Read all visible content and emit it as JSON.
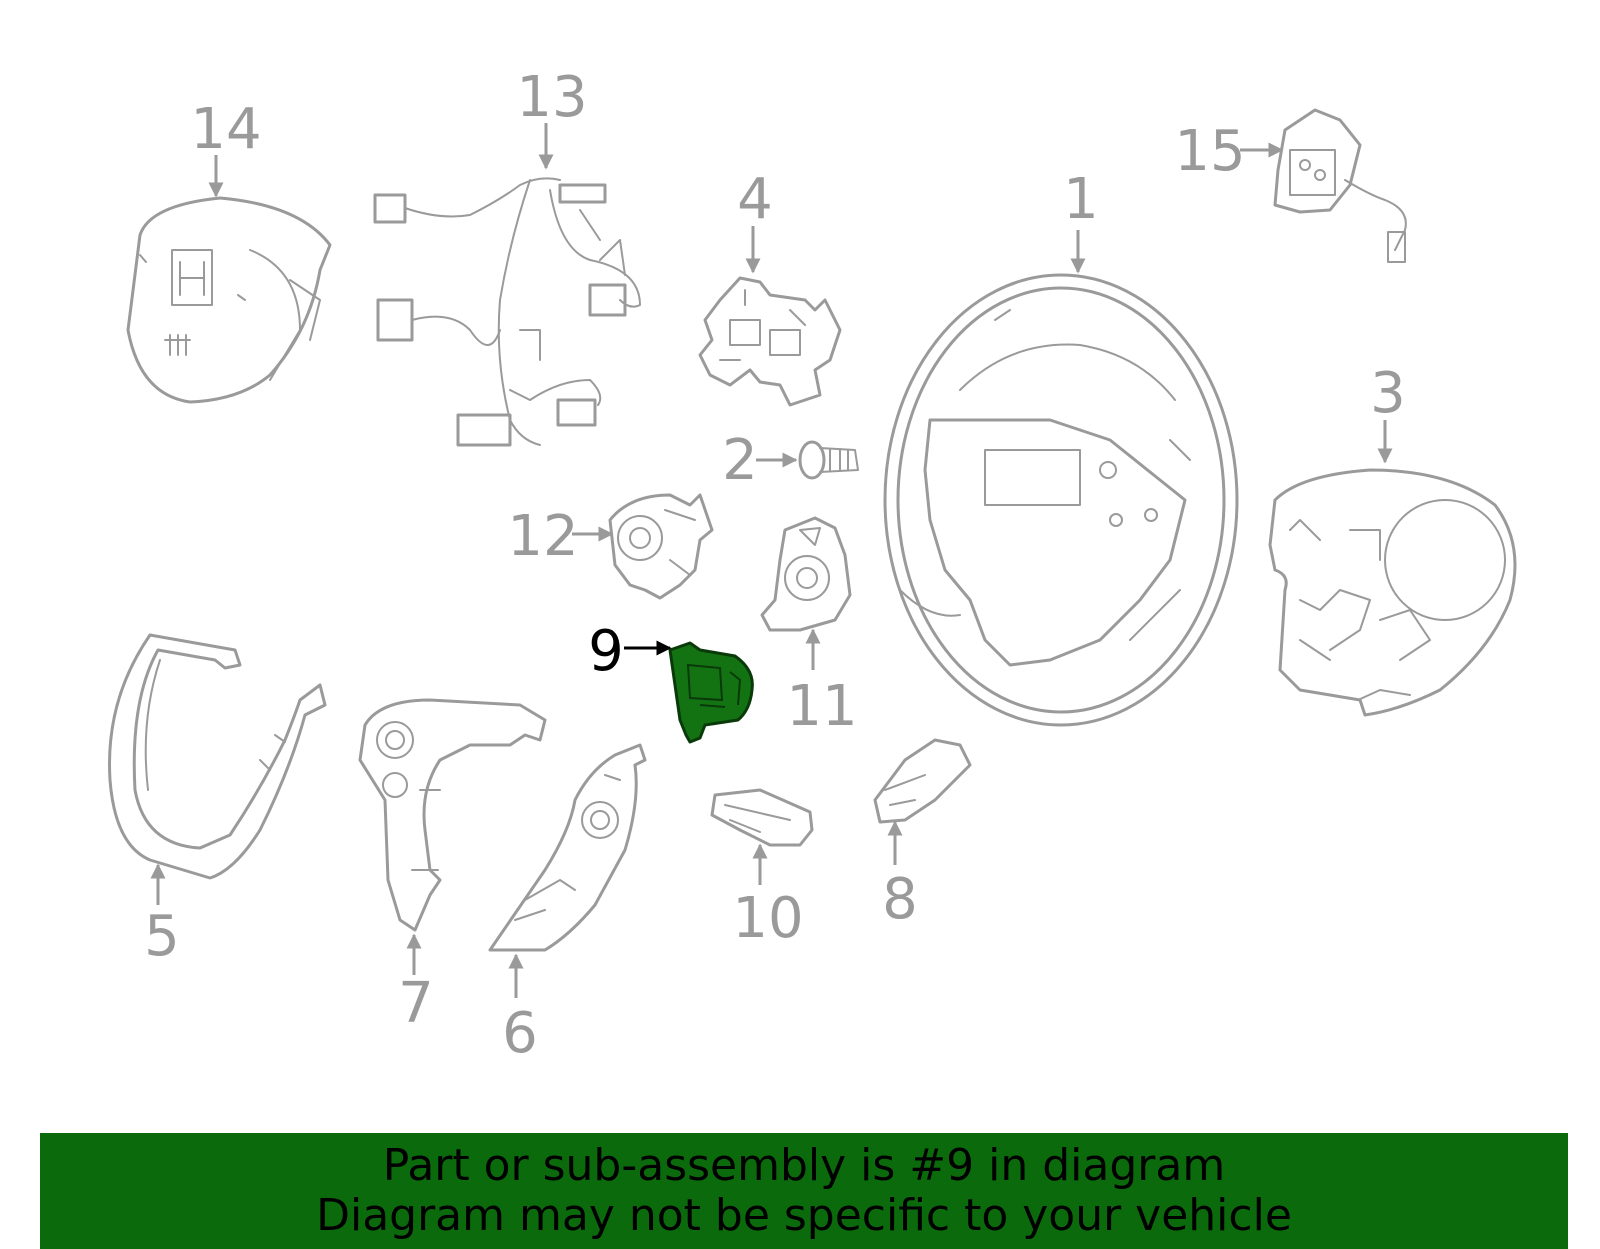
{
  "callouts": {
    "c1": "1",
    "c2": "2",
    "c3": "3",
    "c4": "4",
    "c5": "5",
    "c6": "6",
    "c7": "7",
    "c8": "8",
    "c9": "9",
    "c10": "10",
    "c11": "11",
    "c12": "12",
    "c13": "13",
    "c14": "14",
    "c15": "15"
  },
  "highlighted_part": "9",
  "colors": {
    "parts": "#9a9a9a",
    "highlight_part": "#137313",
    "banner": "#0b6a0b",
    "banner_text": "#000000"
  },
  "banner": {
    "line1": "Part or sub-assembly is #9 in diagram",
    "line2": "Diagram may not be specific to your vehicle"
  }
}
